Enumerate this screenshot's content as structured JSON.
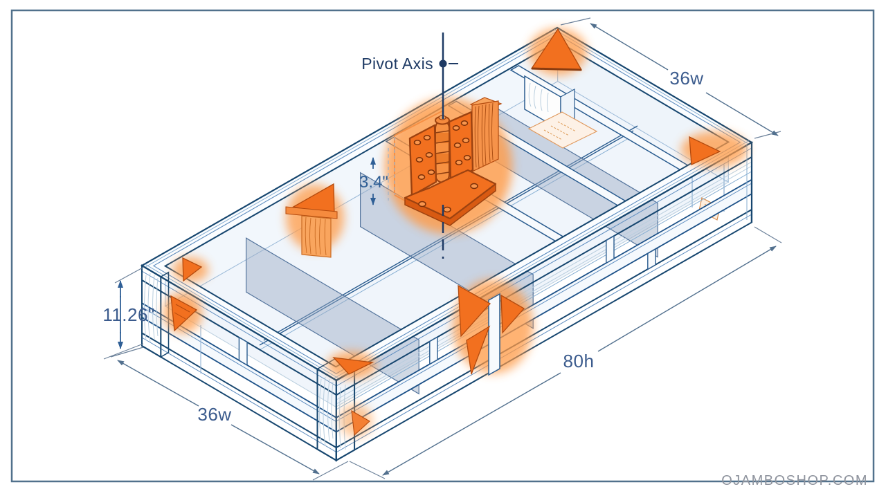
{
  "page": {
    "background_color": "#ffffff",
    "border_color": "#51718c",
    "watermark": "OJAMBOSHOP.COM"
  },
  "diagram": {
    "type": "isometric-technical-illustration",
    "subject": "platform bed frame with pivot hinge hardware",
    "pivot_label": "Pivot Axis",
    "dimensions": {
      "width_top": "36w",
      "width_bottom": "36w",
      "length": "80h",
      "frame_height": "11.26\"",
      "hinge_height": "3.4\""
    },
    "colors": {
      "line_blue": "#1c5188",
      "dark_blue": "#16466f",
      "light_blue": "#86aed2",
      "panel_gray": "#9aaac4",
      "dim_line": "#52708e",
      "dim_text": "#3b5b8d",
      "label_navy": "#1e3a64",
      "accent_orange": "#f2701f",
      "orange_glow": "#ff9a45",
      "watermark_gray": "#8e939d"
    }
  }
}
